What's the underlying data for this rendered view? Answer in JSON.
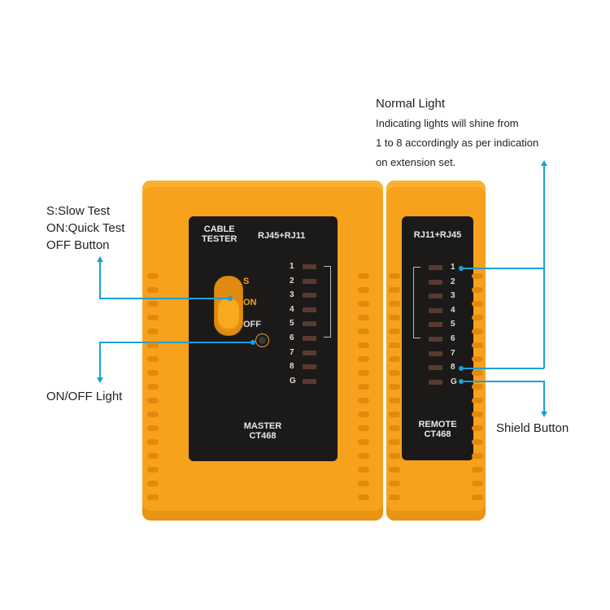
{
  "annotations": {
    "normal_light": {
      "title": "Normal Light",
      "lines": [
        "Indicating lights will shine from",
        "1 to 8 accordingly as per indication",
        "on extension set."
      ]
    },
    "switch": {
      "lines": [
        "S:Slow Test",
        "ON:Quick Test",
        "OFF Button"
      ]
    },
    "power_light": "ON/OFF Light",
    "shield": "Shield Button"
  },
  "master": {
    "brand_line1": "CABLE",
    "brand_line2": "TESTER",
    "connector": "RJ45+RJ11",
    "switch_labels": [
      "S",
      "ON",
      "OFF"
    ],
    "leds": [
      "1",
      "2",
      "3",
      "4",
      "5",
      "6",
      "7",
      "8",
      "G"
    ],
    "name": "MASTER",
    "model": "CT468"
  },
  "remote": {
    "connector": "RJ11+RJ45",
    "leds": [
      "1",
      "2",
      "3",
      "4",
      "5",
      "6",
      "7",
      "8",
      "G"
    ],
    "name": "REMOTE",
    "model": "CT468"
  },
  "colors": {
    "body": "#f7a11c",
    "panel": "#1b1a19",
    "callout": "#1b9fd6"
  }
}
